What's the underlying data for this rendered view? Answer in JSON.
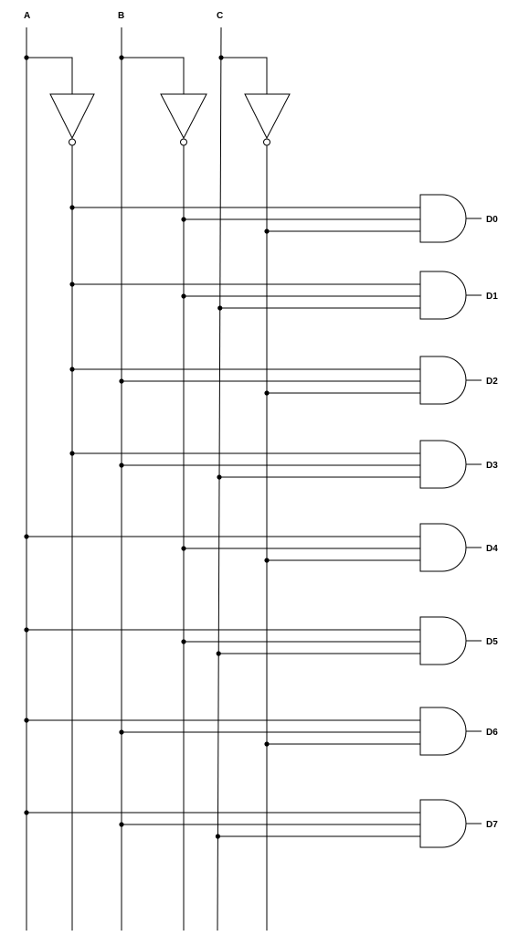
{
  "inputs": [
    "A",
    "B",
    "C"
  ],
  "outputs": [
    "D0",
    "D1",
    "D2",
    "D3",
    "D4",
    "D5",
    "D6",
    "D7"
  ],
  "colors": {
    "line": "#000000",
    "background": "#ffffff"
  }
}
